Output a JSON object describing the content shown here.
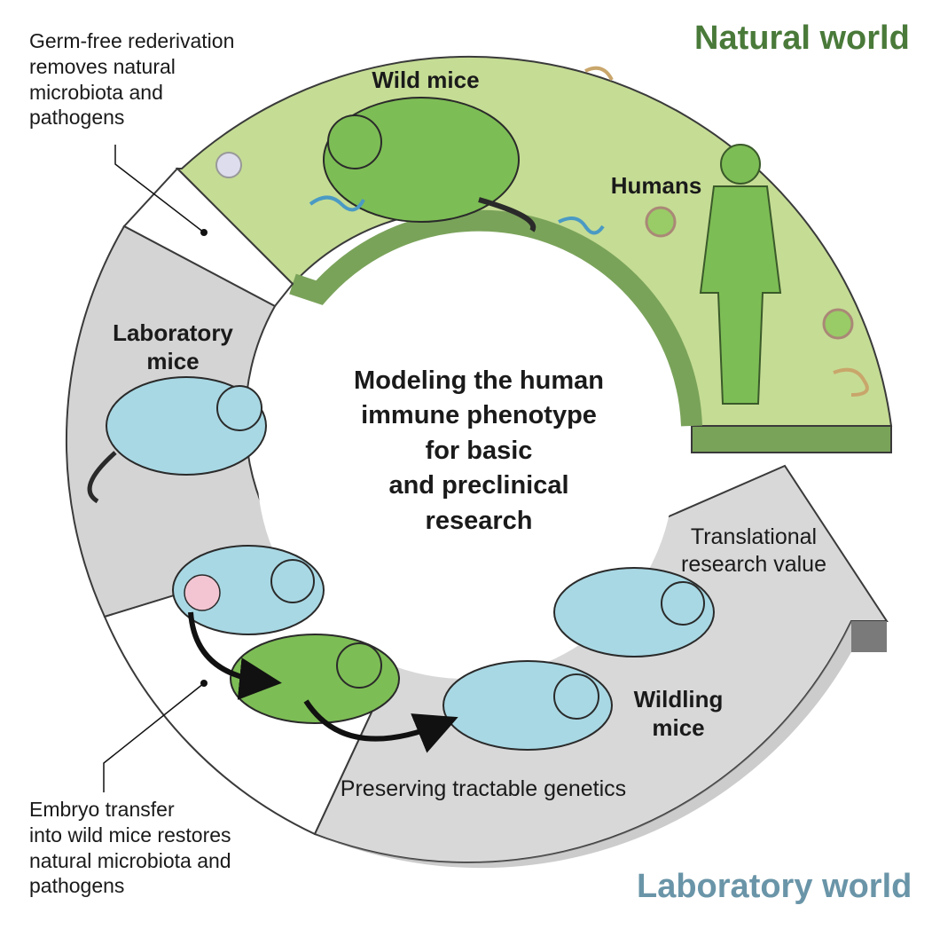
{
  "titles": {
    "natural_world": "Natural world",
    "laboratory_world": "Laboratory world"
  },
  "center": {
    "title": "Modeling the human\nimmune phenotype\nfor basic\nand preclinical\nresearch"
  },
  "labels": {
    "wild_mice": "Wild mice",
    "humans": "Humans",
    "laboratory_mice": "Laboratory\nmice",
    "wildling_mice": "Wildling\nmice",
    "translational": "Translational\nresearch value",
    "preserving": "Preserving tractable genetics"
  },
  "notes": {
    "germ_free": "Germ-free rederivation\nremoves natural\nmicrobiota and\npathogens",
    "embryo_transfer": "Embryo transfer\ninto wild mice restores\nnatural microbiota and\npathogens"
  },
  "colors": {
    "natural_green": "#4a7a3a",
    "natural_fill": "#c5dc94",
    "lab_blue": "#6a95a8",
    "lab_mouse": "#a8d8e4",
    "wild_mouse": "#7dbd55",
    "gray_band": "#d4d4d4",
    "gray_dark": "#8a8a8a"
  }
}
